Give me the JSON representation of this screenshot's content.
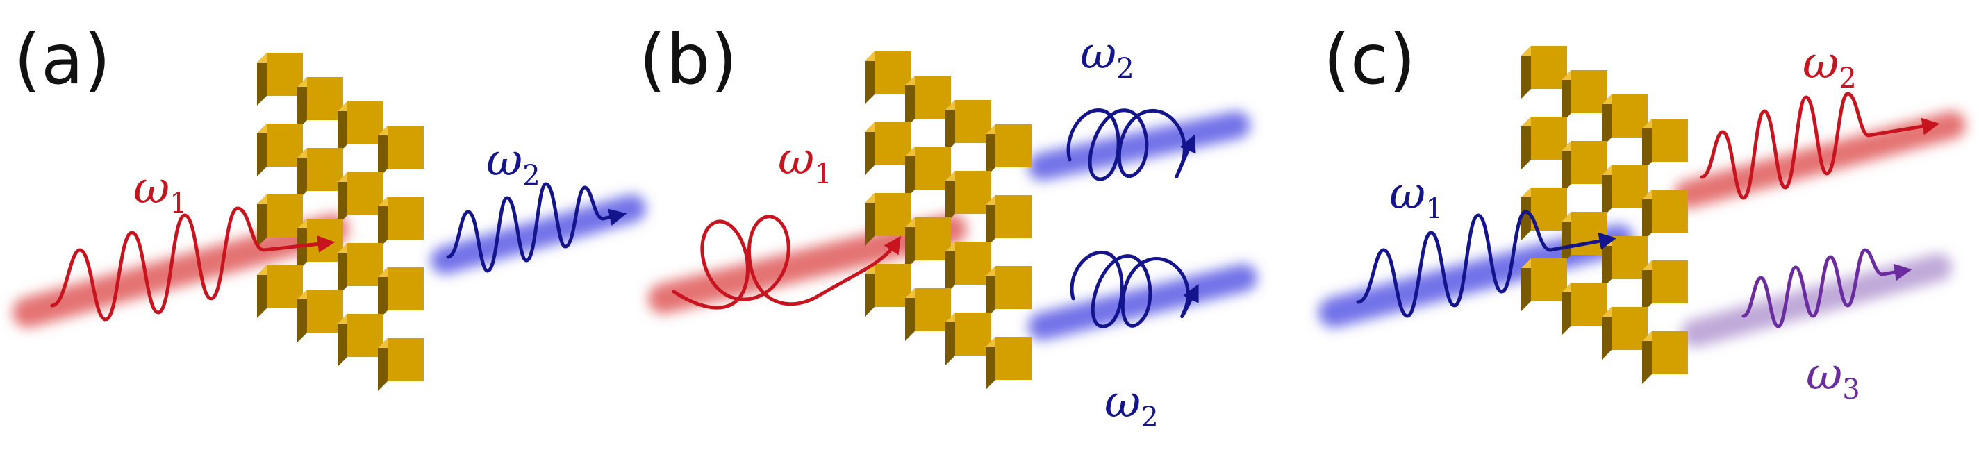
{
  "colors": {
    "red": "#c8141e",
    "blue": "#14148c",
    "purple": "#6a2c9e",
    "block_front": "#d4a000",
    "block_side": "#7a5a00",
    "block_top": "#f0c23c",
    "beam_red": "#e05a5a",
    "beam_blue": "#5a5ae6",
    "beam_purple": "#b49bd2"
  },
  "panels": [
    {
      "label": "(a)",
      "labels": [
        {
          "sym": "ω",
          "sub": "1",
          "color": "red"
        },
        {
          "sym": "ω",
          "sub": "2",
          "color": "blue"
        }
      ]
    },
    {
      "label": "(b)",
      "labels": [
        {
          "sym": "ω",
          "sub": "1",
          "color": "red"
        },
        {
          "sym": "ω",
          "sub": "2",
          "color": "blue"
        },
        {
          "sym": "ω",
          "sub": "2",
          "color": "blue"
        }
      ]
    },
    {
      "label": "(c)",
      "labels": [
        {
          "sym": "ω",
          "sub": "1",
          "color": "blue"
        },
        {
          "sym": "ω",
          "sub": "2",
          "color": "red"
        },
        {
          "sym": "ω",
          "sub": "3",
          "color": "purple"
        }
      ]
    }
  ],
  "icons": {
    "metasurface": "metasurface-array-icon",
    "linear_wave": "linear-polarized-wave-icon",
    "circular_wave": "circular-polarized-wave-icon"
  }
}
